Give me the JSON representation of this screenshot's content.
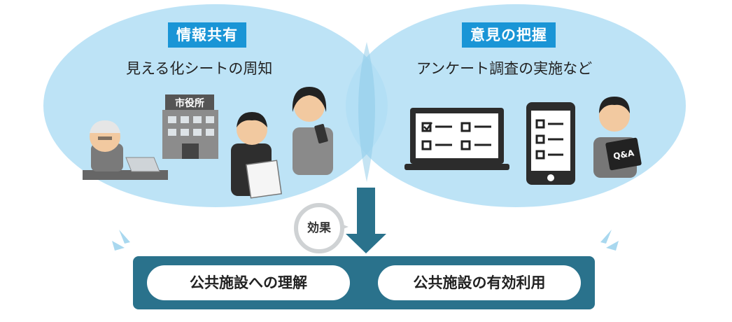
{
  "left": {
    "badge": "情報共有",
    "subtitle": "見える化シートの周知",
    "building_sign": "市役所"
  },
  "right": {
    "badge": "意見の把握",
    "subtitle": "アンケート調査の実施など",
    "tablet_label": "Q&A"
  },
  "effect_label": "効果",
  "outcomes": {
    "left": "公共施設への理解",
    "right": "公共施設の有効利用"
  },
  "colors": {
    "ellipse": "#b2def5",
    "badge": "#1a95d6",
    "bar": "#2a728c",
    "arrow": "#2a728c"
  }
}
